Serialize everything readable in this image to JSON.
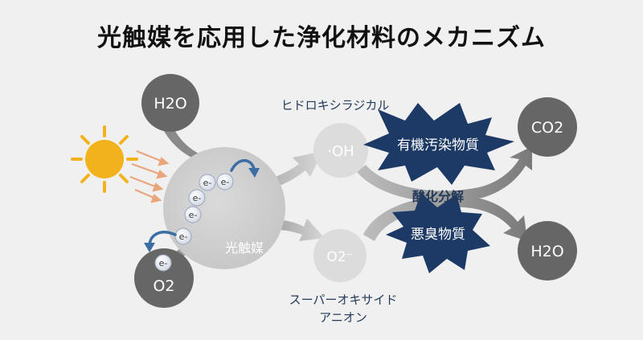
{
  "title": "光触媒を応用した浄化材料のメカニズム",
  "nodes": {
    "water_in": "H2O",
    "oxygen_in": "O2",
    "photocatalyst": "光触媒",
    "hydroxyl": "·OH",
    "superoxide": "O2⁻",
    "co2_out": "CO2",
    "water_out": "H2O"
  },
  "labels": {
    "hydroxyl_name": "ヒドロキシラジカル",
    "superoxide_name_1": "スーパーオキサイド",
    "superoxide_name_2": "アニオン",
    "organic": "有機汚染物質",
    "odor": "悪臭物質",
    "process": "酸化分解"
  },
  "electron": "e-",
  "colors": {
    "background": "#f0f0f0",
    "dark_node": "#666666",
    "catalyst": "#cfcfcf",
    "radical_node": "#dcdcdc",
    "burst": "#1d3a66",
    "sun": "#f2b21c",
    "rays": "#e9a57c",
    "electron_arrow": "#3a6ea5"
  }
}
